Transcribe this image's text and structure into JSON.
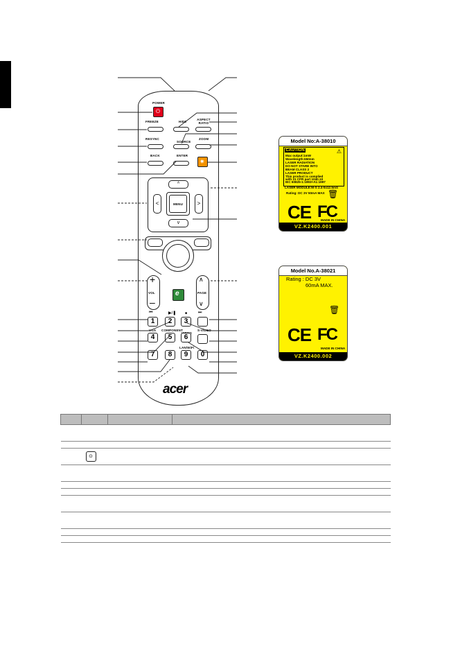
{
  "remote": {
    "power": "POWER",
    "freeze": "FREEZE",
    "hide": "HIDE",
    "aspect_ratio": "ASPECT RATIO",
    "resync": "RESYNC",
    "source": "SOURCE",
    "zoom": "ZOOM",
    "back": "BACK",
    "enter": "ENTER",
    "menu": "MENU",
    "vol": "VOL",
    "page": "PAGE",
    "keys": [
      "1",
      "2",
      "3",
      "4",
      "5",
      "6",
      "7",
      "8",
      "9",
      "0"
    ],
    "vga": "VGA",
    "component": "COMPONENT",
    "video": "VIDEO",
    "s_video": "S-VIDEO",
    "lan_wifi": "LAN/WiFi",
    "brand": "acer"
  },
  "label1": {
    "model": "Model No:A-38010",
    "caution": "CAUTION",
    "lines": [
      "Max output:1mW",
      "Wavelength:650nm",
      "LASER RADIATION",
      "DO NOT STARE INTO",
      "BEAM CLASS 2",
      "LASER PRODUCT",
      "This product is complied",
      "with 21 CFR part 1040.10",
      "IEC 60825-1:1993+A1:1997",
      "LASER MODULE:M-S 2.4-5x12.5mS"
    ],
    "rating": "Rating:",
    "rating_value": "DC 3V  50mA MAX",
    "made_in": "MADE IN CHINA",
    "code": "VZ.K2400.001"
  },
  "label2": {
    "model": "Model No.A-38021",
    "rating": "Rating : DC 3V",
    "current": "60mA MAX.",
    "made_in": "MADE IN CHINA",
    "code": "VZ.K2400.002"
  },
  "table": {
    "row_heights": [
      "r",
      "s",
      "r",
      "r",
      "s",
      "s",
      "r",
      "r",
      "s",
      "s"
    ],
    "icon_row": 2,
    "icon_glyph": "⊙"
  },
  "colors": {
    "power": "#e0001a",
    "laser": "#f39200",
    "empower": "#2f8a3a",
    "sticker": "#fff200",
    "header": "#bdbdbd"
  }
}
